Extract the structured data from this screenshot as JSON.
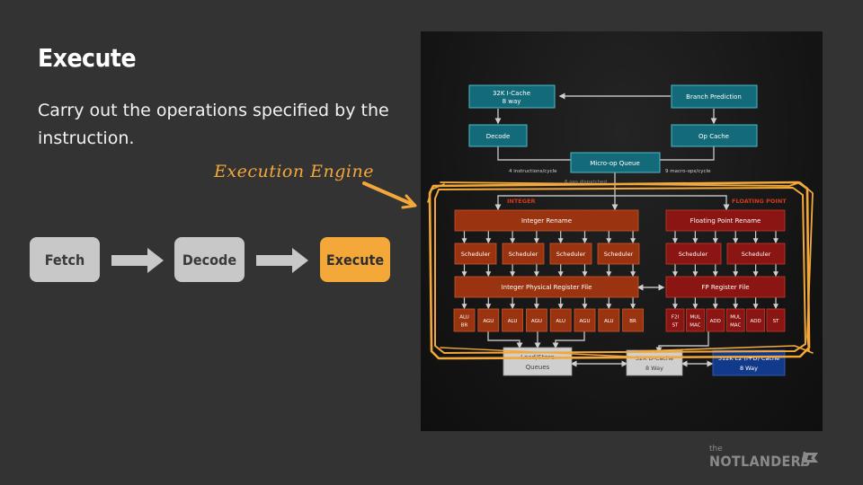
{
  "slide": {
    "title": "Execute",
    "description": "Carry out the operations specified by the instruction.",
    "annotation": "Execution Engine"
  },
  "pipeline": {
    "stages": [
      {
        "label": "Fetch",
        "state": "inactive"
      },
      {
        "label": "Decode",
        "state": "inactive"
      },
      {
        "label": "Execute",
        "state": "active"
      }
    ]
  },
  "diagram": {
    "icache": [
      "32K I-Cache",
      "8 way"
    ],
    "branch_prediction": "Branch Prediction",
    "decode": "Decode",
    "op_cache": "Op Cache",
    "micro_op_queue": "Micro-op Queue",
    "left_rate": "4 instructions/cycle",
    "right_rate": "9 macro-ops/cycle",
    "dispatch": "6 ops dispatched",
    "integer_label": "INTEGER",
    "fp_label": "FLOATING POINT",
    "integer_rename": "Integer Rename",
    "fp_rename": "Floating Point Rename",
    "int_schedulers": [
      "Scheduler",
      "Scheduler",
      "Scheduler",
      "Scheduler"
    ],
    "fp_schedulers": [
      "Scheduler",
      "Scheduler"
    ],
    "int_register_file": "Integer Physical Register File",
    "fp_register_file": "FP Register File",
    "int_units": [
      [
        "ALU",
        "BR"
      ],
      [
        "AGU"
      ],
      [
        "ALU"
      ],
      [
        "AGU"
      ],
      [
        "ALU"
      ],
      [
        "AGU"
      ],
      [
        "ALU"
      ],
      [
        "BR"
      ]
    ],
    "fp_units": [
      [
        "F2I",
        "ST"
      ],
      [
        "MUL",
        "MAC"
      ],
      [
        "ADD"
      ],
      [
        "MUL",
        "MAC"
      ],
      [
        "ADD"
      ],
      [
        "ST"
      ]
    ],
    "load_store": [
      "Load/Store",
      "Queues"
    ],
    "dcache": [
      "32K D-Cache",
      "8 Way"
    ],
    "l2cache": [
      "512K L2 (I+D) Cache",
      "8 Way"
    ]
  },
  "colors": {
    "background": "#333333",
    "accent": "#f4a83a",
    "stage_inactive": "#c8c8c8",
    "frontend_box": "#136b7a",
    "integer_box": "#9a3410",
    "fp_box": "#8a1512",
    "label_red": "#d23a1a",
    "l2_box": "#123a8a"
  },
  "logo": {
    "small": "the",
    "brand": "NOTLANDERS",
    "icon": "flag-icon"
  }
}
